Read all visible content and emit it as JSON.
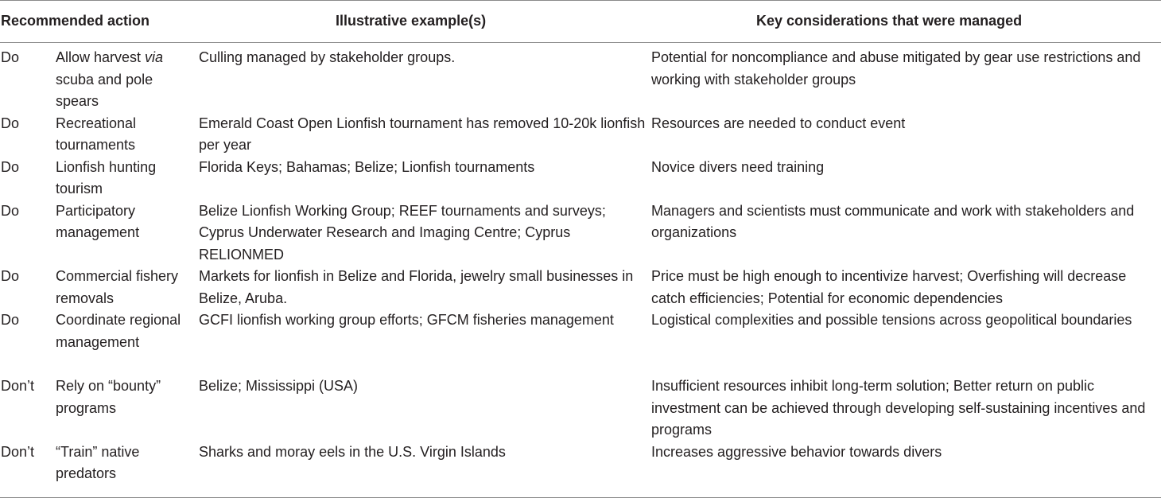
{
  "headers": {
    "action": "Recommended action",
    "example": "Illustrative example(s)",
    "considerations": "Key considerations that were managed"
  },
  "rows": [
    {
      "action": "Do",
      "label_pre": "Allow harvest ",
      "label_em": "via",
      "label_post": " scuba and pole spears",
      "example": "Culling managed by stakeholder groups.",
      "considerations": "Potential for noncompliance and abuse mitigated by gear use restrictions and working with stakeholder groups"
    },
    {
      "action": "Do",
      "label": "Recreational tournaments",
      "example": "Emerald Coast Open Lionfish tournament has removed 10-20k lionfish per year",
      "considerations": "Resources are needed to conduct event"
    },
    {
      "action": "Do",
      "label": "Lionfish hunting tourism",
      "example": "Florida Keys; Bahamas; Belize; Lionfish tournaments",
      "considerations": "Novice divers need training"
    },
    {
      "action": "Do",
      "label": "Participatory management",
      "example": "Belize Lionfish Working Group; REEF tournaments and surveys; Cyprus Underwater Research and Imaging Centre; Cyprus RELIONMED",
      "considerations": "Managers and scientists must communicate and work with stakeholders and organizations"
    },
    {
      "action": "Do",
      "label": "Commercial fishery removals",
      "example": "Markets for lionfish in Belize and Florida, jewelry small businesses in Belize, Aruba.",
      "considerations": "Price must be high enough to incentivize harvest; Overfishing will decrease catch efficiencies; Potential for economic dependencies"
    },
    {
      "action": "Do",
      "label": "Coordinate regional management",
      "example": "GCFI lionfish working group efforts; GFCM fisheries management",
      "considerations": "Logistical complexities and possible tensions across geopolitical boundaries"
    },
    {
      "action": "Don’t",
      "label": "Rely on “bounty” programs",
      "example": "Belize; Mississippi (USA)",
      "considerations": "Insufficient resources inhibit long-term solution; Better return on public investment can be achieved through developing self-sustaining incentives and programs"
    },
    {
      "action": "Don’t",
      "label": "“Train” native predators",
      "example": "Sharks and moray eels in the U.S. Virgin Islands",
      "considerations": "Increases aggressive behavior towards divers"
    }
  ]
}
